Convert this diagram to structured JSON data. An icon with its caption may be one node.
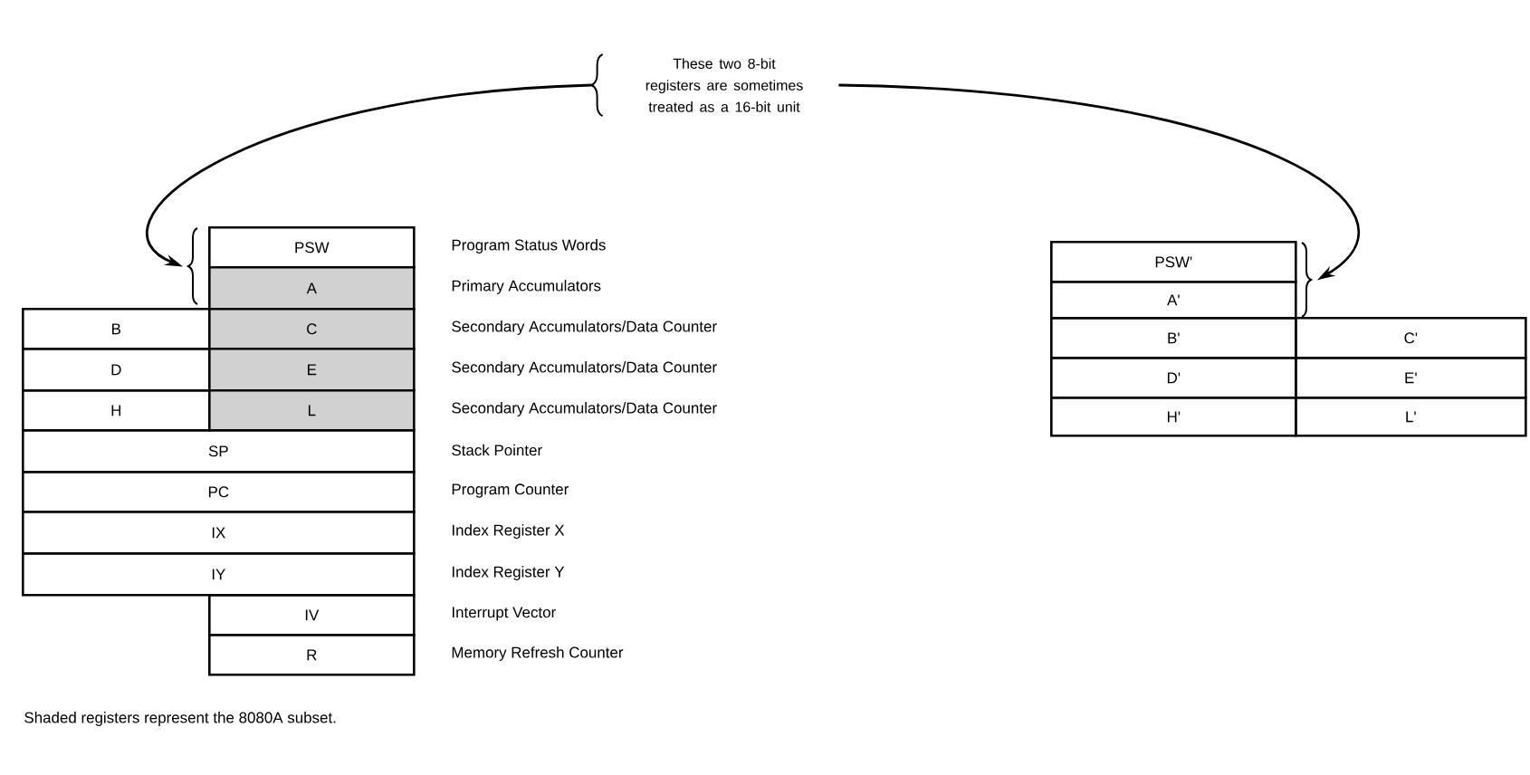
{
  "diagram": {
    "caption": "Shaded registers represent the 8080A subset.",
    "nodes": [
      {
        "text": [
          "These two 8-bit registers are sometimes treated as a 16-bit unit"
        ]
      },
      {
        "text": [],
        "shape": "brace"
      },
      {
        "text": [
          "PSW"
        ],
        "beside": [
          "Program Status Words"
        ]
      },
      {
        "text": [
          "A"
        ],
        "beside": [
          "Primary Accumulators"
        ]
      },
      {
        "text": [
          "B"
        ]
      },
      {
        "text": [
          "C"
        ],
        "beside": [
          "Secondary Accumulators/Data Counter"
        ]
      },
      {
        "text": [
          "D"
        ]
      },
      {
        "text": [
          "E"
        ],
        "beside": [
          "Secondary Accumulators/Data Counter"
        ]
      },
      {
        "text": [
          "H"
        ]
      },
      {
        "text": [
          "L"
        ],
        "beside": [
          "Secondary Accumulators/Data Counter"
        ]
      },
      {
        "text": [
          "SP"
        ],
        "beside": [
          "Stack Pointer"
        ]
      },
      {
        "text": [
          "PC"
        ],
        "beside": [
          "Program Counter"
        ]
      },
      {
        "text": [
          "IX"
        ],
        "beside": [
          "Index Register X"
        ]
      },
      {
        "text": [
          "IY"
        ],
        "beside": [
          "Index Register Y"
        ]
      },
      {
        "text": [
          "IV"
        ],
        "beside": [
          "Interrupt Vector"
        ]
      },
      {
        "text": [
          "R"
        ],
        "beside": [
          "Memory Refresh Counter"
        ]
      },
      {
        "text": [
          "PSW'"
        ]
      },
      {
        "text": [
          "A'"
        ]
      },
      {
        "text": [],
        "shape": "brace"
      },
      {
        "text": [
          "B'"
        ]
      },
      {
        "text": [
          "C'"
        ]
      },
      {
        "text": [
          "D'"
        ]
      },
      {
        "text": [
          "E'"
        ]
      },
      {
        "text": [
          "H'"
        ]
      },
      {
        "text": [
          "L'"
        ]
      }
    ],
    "edges": [
      {
        "from": 0,
        "to": 1,
        "arrow": "to"
      },
      {
        "from": 0,
        "to": 18,
        "arrow": "to"
      }
    ]
  }
}
